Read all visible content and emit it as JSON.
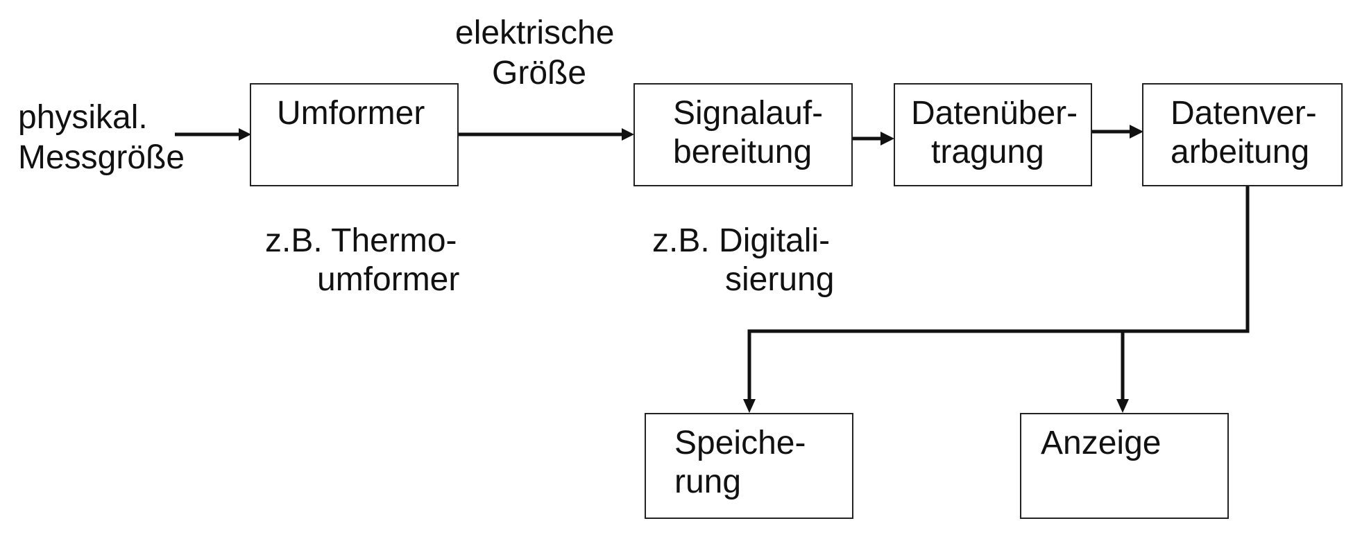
{
  "input": {
    "line1": "physikal.",
    "line2": "Messgröße"
  },
  "signal_label": {
    "line1": "elektrische",
    "line2": "Größe"
  },
  "boxes": {
    "umformer": {
      "line1": "Umformer"
    },
    "signalaufbereitung": {
      "line1": "Signalauf-",
      "line2": "bereitung"
    },
    "datenuebertragung": {
      "line1": "Datenüber-",
      "line2": "tragung"
    },
    "datenverarbeitung": {
      "line1": "Datenver-",
      "line2": "arbeitung"
    },
    "speicherung": {
      "line1": "Speiche-",
      "line2": "rung"
    },
    "anzeige": {
      "line1": "Anzeige"
    }
  },
  "examples": {
    "umformer": {
      "line1": "z.B. Thermo-",
      "line2": "umformer"
    },
    "signalaufbereitung": {
      "line1": "z.B. Digitali-",
      "line2": "sierung"
    }
  }
}
